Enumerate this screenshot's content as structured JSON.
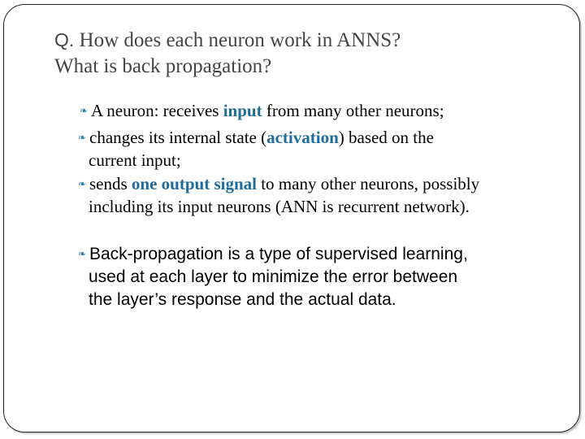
{
  "title": {
    "q_prefix": "Q.",
    "line1_rest": " How does each neuron work in ANNS?",
    "line2": "What is back propagation?"
  },
  "bullets": [
    {
      "parts": [
        "A neuron: receives ",
        "input",
        " from many other neurons;"
      ]
    },
    {
      "parts": [
        "changes its internal state (",
        "activation",
        ") based on the"
      ],
      "cont": "current input;"
    },
    {
      "parts": [
        "sends ",
        "one output signal",
        " to many other neurons, possibly"
      ],
      "cont": "including its input neurons (ANN is recurrent network)."
    },
    {
      "line1": "Back-propagation is a type  of supervised learning,",
      "cont1": "used at each layer to minimize the error between",
      "cont2": "the layer’s response and the actual data."
    }
  ],
  "colors": {
    "highlight": "#1f6c99",
    "bullet": "#2a7fb0",
    "title": "#444444"
  },
  "icons": {
    "bullet": "curved-arrow-bullet-icon"
  }
}
